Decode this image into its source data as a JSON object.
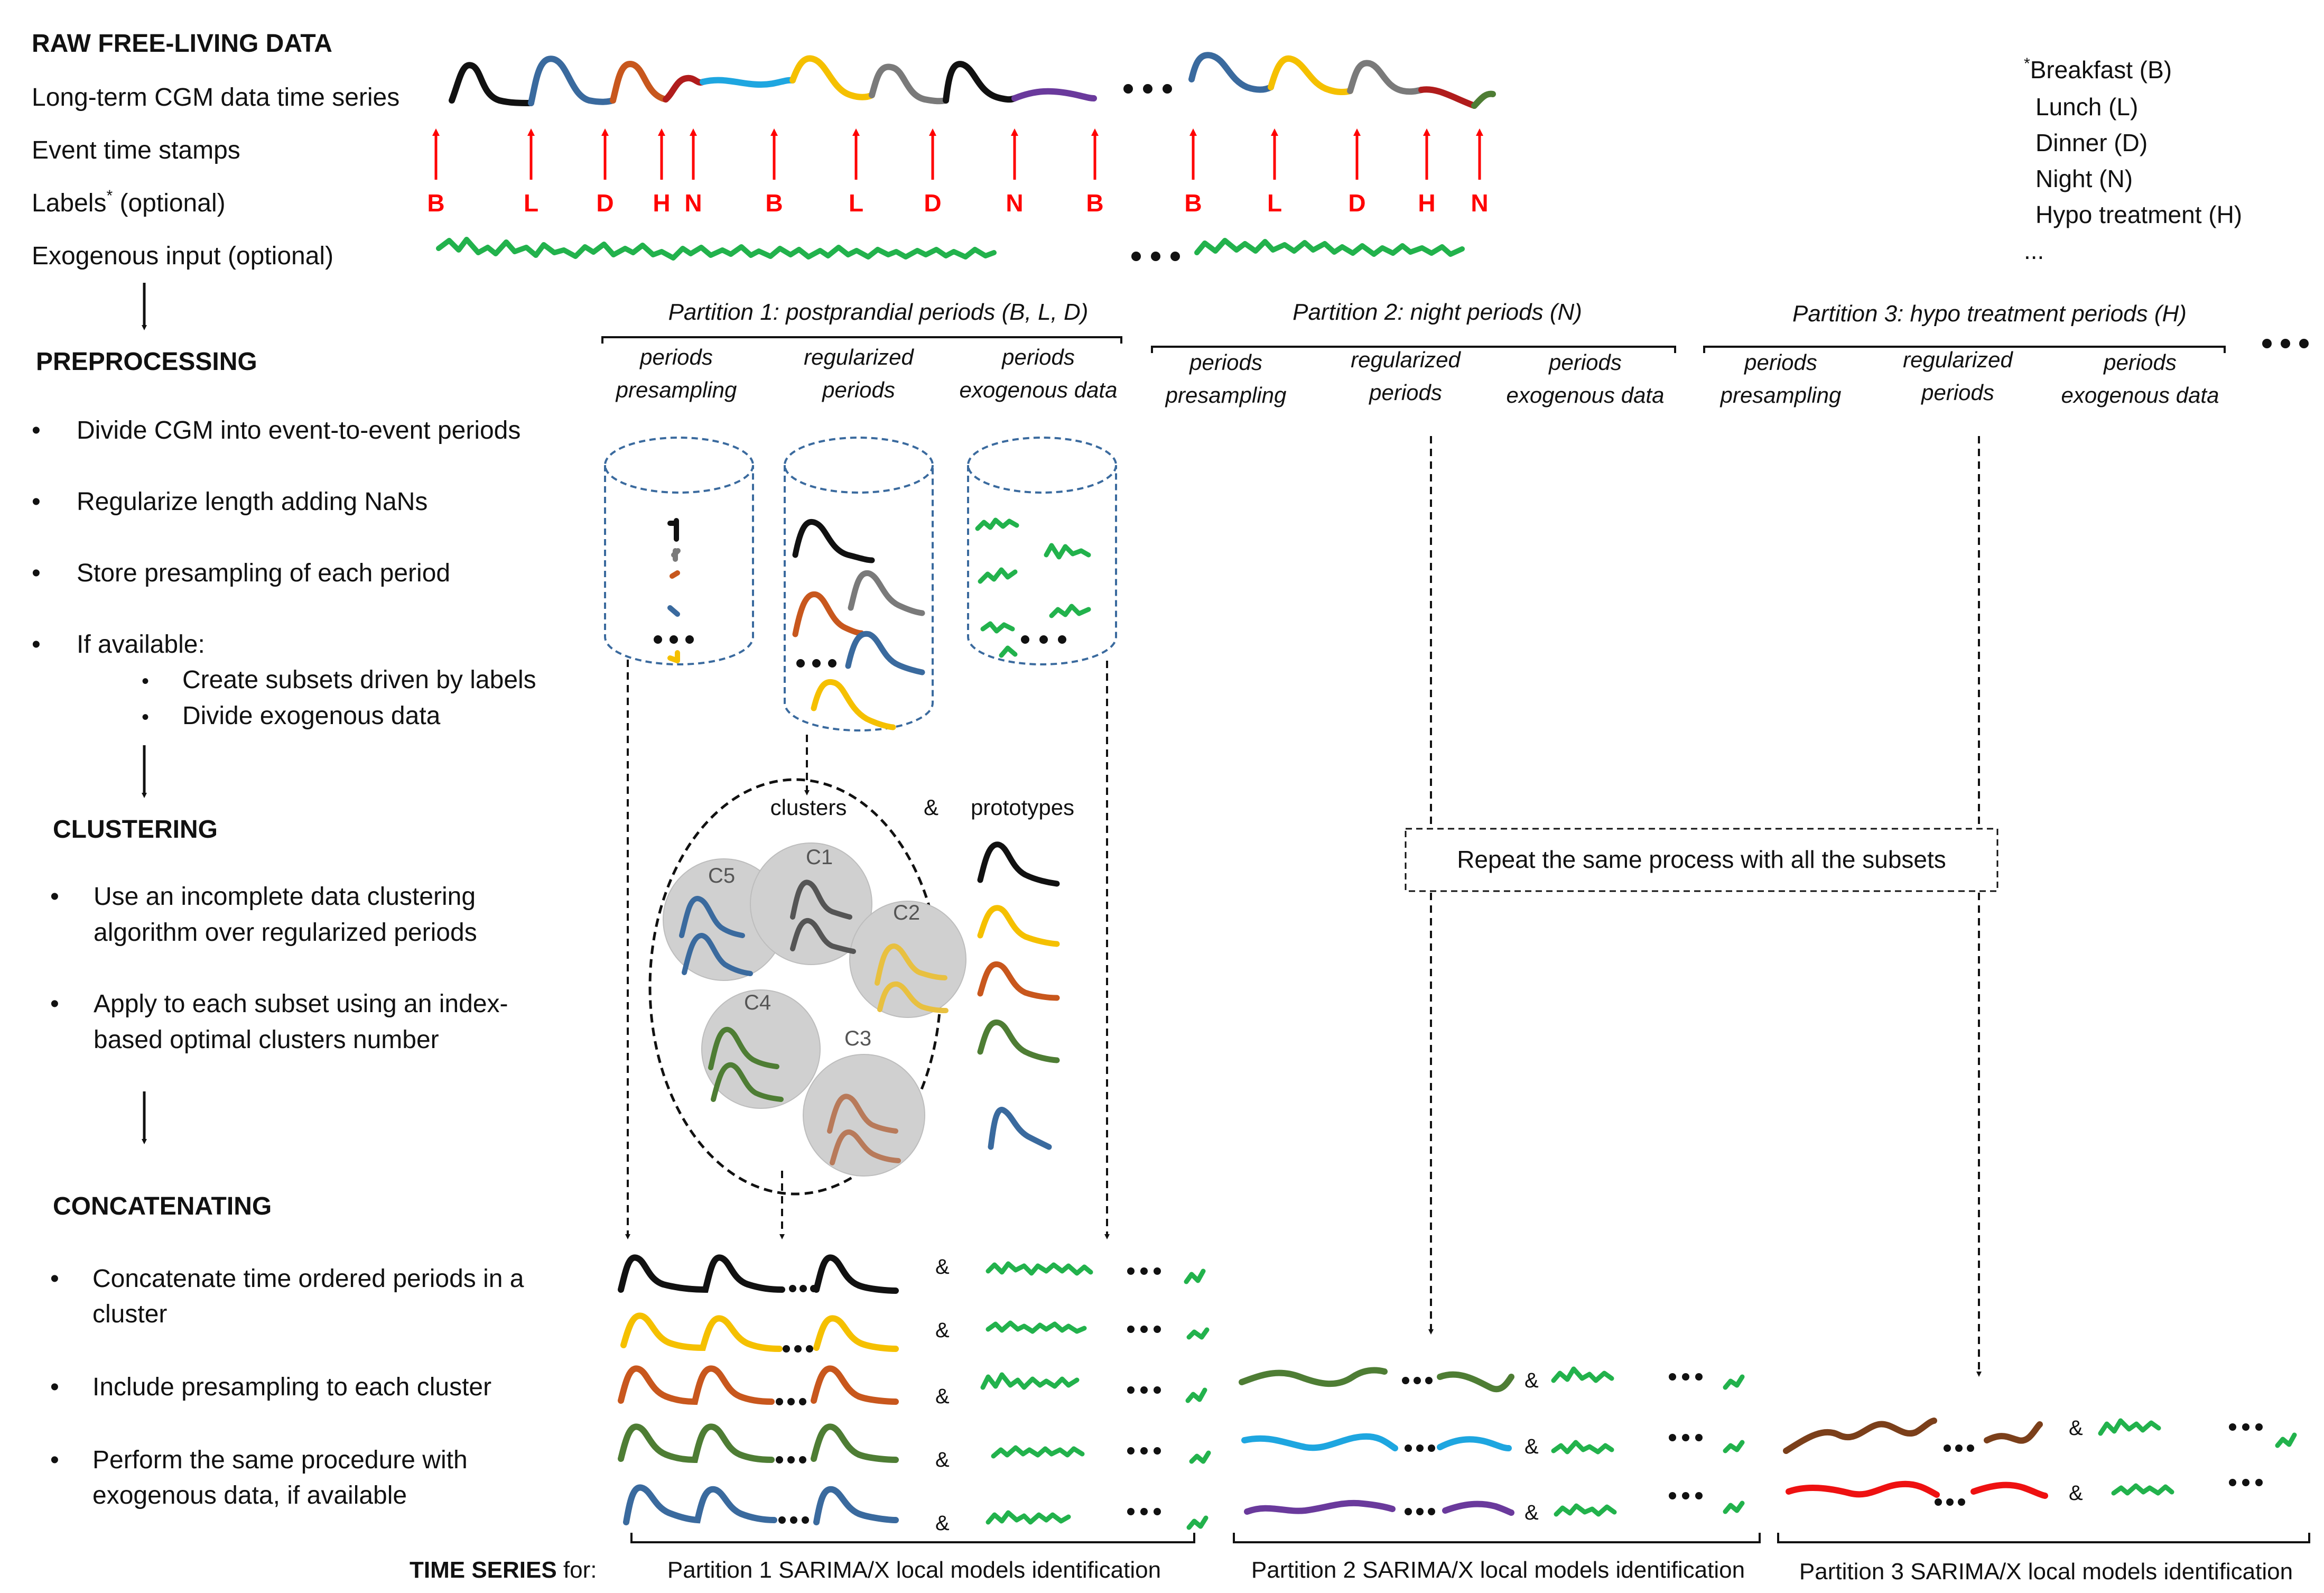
{
  "raw": {
    "title": "RAW FREE-LIVING DATA",
    "rows": [
      "Long-term CGM data time series",
      "Event time stamps",
      "Labels",
      "Exogenous input (optional)"
    ],
    "labels_note": "(optional)",
    "event_labels": [
      "B",
      "L",
      "D",
      "H",
      "N",
      "B",
      "L",
      "D",
      "N",
      "B",
      "B",
      "L",
      "D",
      "H",
      "N"
    ]
  },
  "legend": {
    "items": [
      "Breakfast (B)",
      "Lunch (L)",
      "Dinner (D)",
      "Night (N)",
      "Hypo treatment (H)",
      "..."
    ]
  },
  "preprocessing": {
    "title": "PREPROCESSING",
    "bullets": [
      "Divide CGM into event-to-event periods",
      "Regularize length adding NaNs",
      "Store presampling of each period",
      "If available:"
    ],
    "sub_bullets": [
      "Create subsets driven by labels",
      "Divide exogenous data"
    ]
  },
  "clustering": {
    "title": "CLUSTERING",
    "bullets": [
      [
        "Use an incomplete data clustering",
        "algorithm over regularized periods"
      ],
      [
        "Apply to each subset using an index-",
        "based optimal clusters number"
      ]
    ]
  },
  "concatenating": {
    "title": "CONCATENATING",
    "bullets": [
      [
        "Concatenate time ordered periods in a",
        "cluster"
      ],
      [
        "Include presampling to each cluster"
      ],
      [
        "Perform the same procedure with",
        "exogenous data, if available"
      ]
    ]
  },
  "partitions": [
    {
      "title": "Partition 1: postprandial periods (B, L, D)",
      "output": "Partition 1 SARIMA/X local models identification"
    },
    {
      "title": "Partition 2: night periods (N)",
      "output": "Partition 2 SARIMA/X local models identification"
    },
    {
      "title": "Partition 3: hypo treatment periods (H)",
      "output": "Partition 3 SARIMA/X local models identification"
    }
  ],
  "columns": [
    [
      "periods",
      "presampling"
    ],
    [
      "regularized",
      "periods"
    ],
    [
      "periods",
      "exogenous data"
    ]
  ],
  "cluster_panel": {
    "clusters_label": "clusters",
    "amp": "&",
    "prototypes_label": "prototypes",
    "cluster_names": [
      "C5",
      "C1",
      "C2",
      "C4",
      "C3"
    ]
  },
  "repeat_box": "Repeat the same process with all the subsets",
  "time_series": {
    "bold": "TIME SERIES",
    "rest": "for:"
  },
  "colors": {
    "black": "#111111",
    "blue": "#3a6a9e",
    "orange": "#c8571d",
    "red": "#b01c1c",
    "cyan": "#1ea6e0",
    "yellow": "#f5c000",
    "gray": "#7a7a7a",
    "purple": "#6a3a9c",
    "green": "#4e7d34",
    "exo_green": "#22b24c",
    "arrow_red": "#ff0000",
    "brown": "#7b3f1a",
    "bright_red": "#ee1111",
    "cluster_fill": "#d0d0d0"
  }
}
